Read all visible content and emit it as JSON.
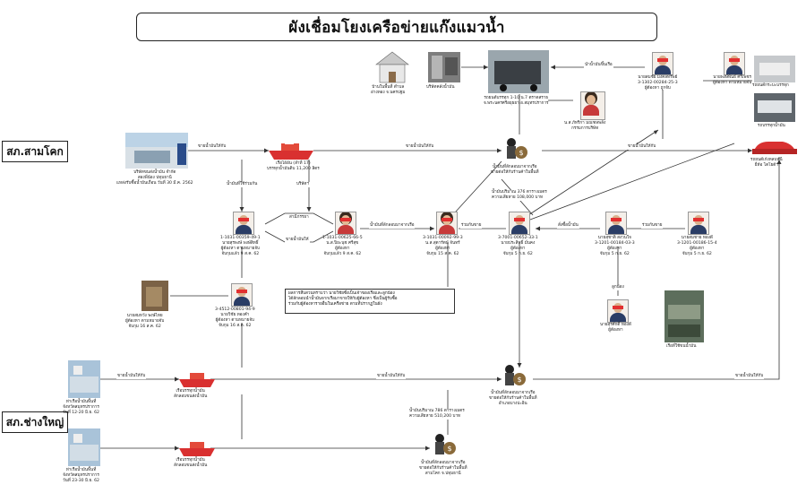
{
  "title": "ผังเชื่อมโยงเครือข่ายแก๊งแมวน้ำ",
  "stations": {
    "samkhok": "สภ.สามโคก",
    "changyai": "สภ.ช่างใหญ่"
  },
  "captions": {
    "house": "บ้านในพื้นที่ ตำบล\nอ่างทอง จ.นครปฐม",
    "warehouse": "บริษัทคลังน้ำมัน",
    "truck_top": "รถยนต์บรรทุก 1-10 น.7 ตราดสราธ\nจ.พระนครศรีอยุธยา อ.สมุทรปราการ",
    "woman_top": "น.ส.ภัทริกา มณฑลพลัง\nกรรมการบริษัท",
    "man_top1": "นายสมชัย มงคลทรัพย์\n3-1302-00284-25-3\nผู้ต้องหา ถูกจับ",
    "man_top2": "นายพงษ์พันธ์ ศรีเพชร\nผู้ต้องหา ตามหมายจับ",
    "van": "รถยนต์กระบะบรรทุก",
    "truck_right": "รถบรรทุกน้ำมัน",
    "company": "บริษัทขนส่งน้ำมัน จำกัด\nสองพี่น้อง ปทุมธานี\nแหล่งรับซื้อน้ำมันเถื่อน วันที่ 30 มี.ค. 2562",
    "boat_top": "เรือไอ้อ้น (ลำที่ 17)\nบรรทุกน้ำมันดิบ 11,200 ลิตร",
    "thief_top": "น้ำมันที่ลักลอบมาจากเรือ\nขายต่อให้กับร้านค้าในพื้นที่",
    "car_right": "รถยนต์เก๋งหลบหนี\nยี่ห้อ โตโยต้า",
    "p1": "1-1031-00359-49-1\nนายสุรพงษ์ พงษ์สิทธิ์\nผู้ต้องหา ตามหมายจับ\nจับกุมแล้ว 9 ส.ค. 62",
    "p2": "1-1031-00625-66-5\nน.ส.ปิยะนุช ศรีสุข\nผู้ต้องหา\nจับกุมแล้ว 9 ส.ค. 62",
    "p3": "3-1031-00092-99-3\nน.ส.สุดารัตน์ จันทร์\nผู้ต้องหา\nจับกุม 15 ส.ค. 62",
    "p4": "3-7001-00652-33-1\nนายประสิทธิ์ มั่นคง\nผู้ต้องหา\nจับกุม 5 ก.ย. 62",
    "p5": "นายสุชาติ สงวนใจ\n3-1201-00184-03-3\nผู้ต้องหา\nจับกุม 5 ก.ย. 62",
    "p6": "นายสมชาย ทองดี\n3-1201-00186-15-4\nผู้ต้องหา\nจับกุม 5 ก.ย. 62",
    "p7": "นายสมหวัง พงษ์ไทย\nผู้ต้องหา ตามหมายจับ\nจับกุม 16 ส.ค. 62",
    "p8": "3-4512-00801-94-9\nนายวิชัย ทองคำ\nผู้ต้องหา ตามหมายจับ\nจับกุม 16 ส.ค. 62",
    "p9": "นายสุรศักดิ์ ทองดี\nผู้ต้องหา",
    "boat_small": "เรือที่ใช้ขนน้ำมัน",
    "depot1": "ท่าเรือน้ำมันพื้นที่\nจังหวัดสมุทรปราการ\nวันที่ 12-20 มิ.ย. 62",
    "depot2": "ท่าเรือน้ำมันพื้นที่\nจังหวัดสมุทรปราการ\nวันที่ 23-30 มิ.ย. 62",
    "boat_mid": "เรือบรรทุกน้ำมัน\nลักลอบขนส่งน้ำมัน",
    "boat_bot": "เรือบรรทุกน้ำมัน\nลักลอบขนส่งน้ำมัน",
    "thief_mid": "น้ำมันที่ลักลอบมาจากเรือ\nขายต่อให้กับร้านค้าในพื้นที่\nอำเภอบางปะอิน",
    "thief_bot": "น้ำมันที่ลักลอบมาจากเรือ\nขายต่อให้กับร้านค้าในพื้นที่\nสามโคก จ.ปทุมธานี"
  },
  "edge_labels": {
    "e1": "ขายน้ำมันให้กับ",
    "e2": "ขายน้ำมันให้กับ",
    "e3": "ขายน้ำมันให้กับ",
    "e4": "น้ำมันที่ใช้ร่วมกัน",
    "e5": "สามีภรรยา",
    "e6": "ขายน้ำมันให้",
    "e7": "น้ำมันที่ลักลอบมาจากเรือ",
    "e8": "บริษัทฯ",
    "e9": "ร่วมกันขาย",
    "e10": "น้ำมันปริมาณ 376 ตารางเมตร\nความเสียหาย 108,000 บาท",
    "e11": "สั่งซื้อน้ำมัน",
    "e12": "ร่วมกันขาย",
    "e13": "น้ำมันปริมาณ 786 ตารางเมตร\nความเสียหาย 510,200 บาท",
    "e14": "ขายน้ำมันให้กับ",
    "e15": "ขายน้ำมันให้กับ",
    "e16": "ลูกน้อง",
    "e17": "นำน้ำมันขึ้นเรือ",
    "e18": "ขายน้ำมันให้กับ"
  },
  "infobox": [
    "ผลการสืบสวนทราบว่า นายวิชัยซึ่งเป็นเจ้าของเรือและลูกน้อง",
    "ได้ลักลอบนำน้ำมันจากเรือมาขายให้กับผู้ต้องหา ซึ่งเป็นผู้รับซื้อ",
    "ร่วมกับผู้ต้องหารายอื่นในเครือข่าย ตามที่ปรากฏในผัง"
  ],
  "colors": {
    "line": "#333333",
    "boat": "#d93030",
    "highlight": "#e23030"
  }
}
